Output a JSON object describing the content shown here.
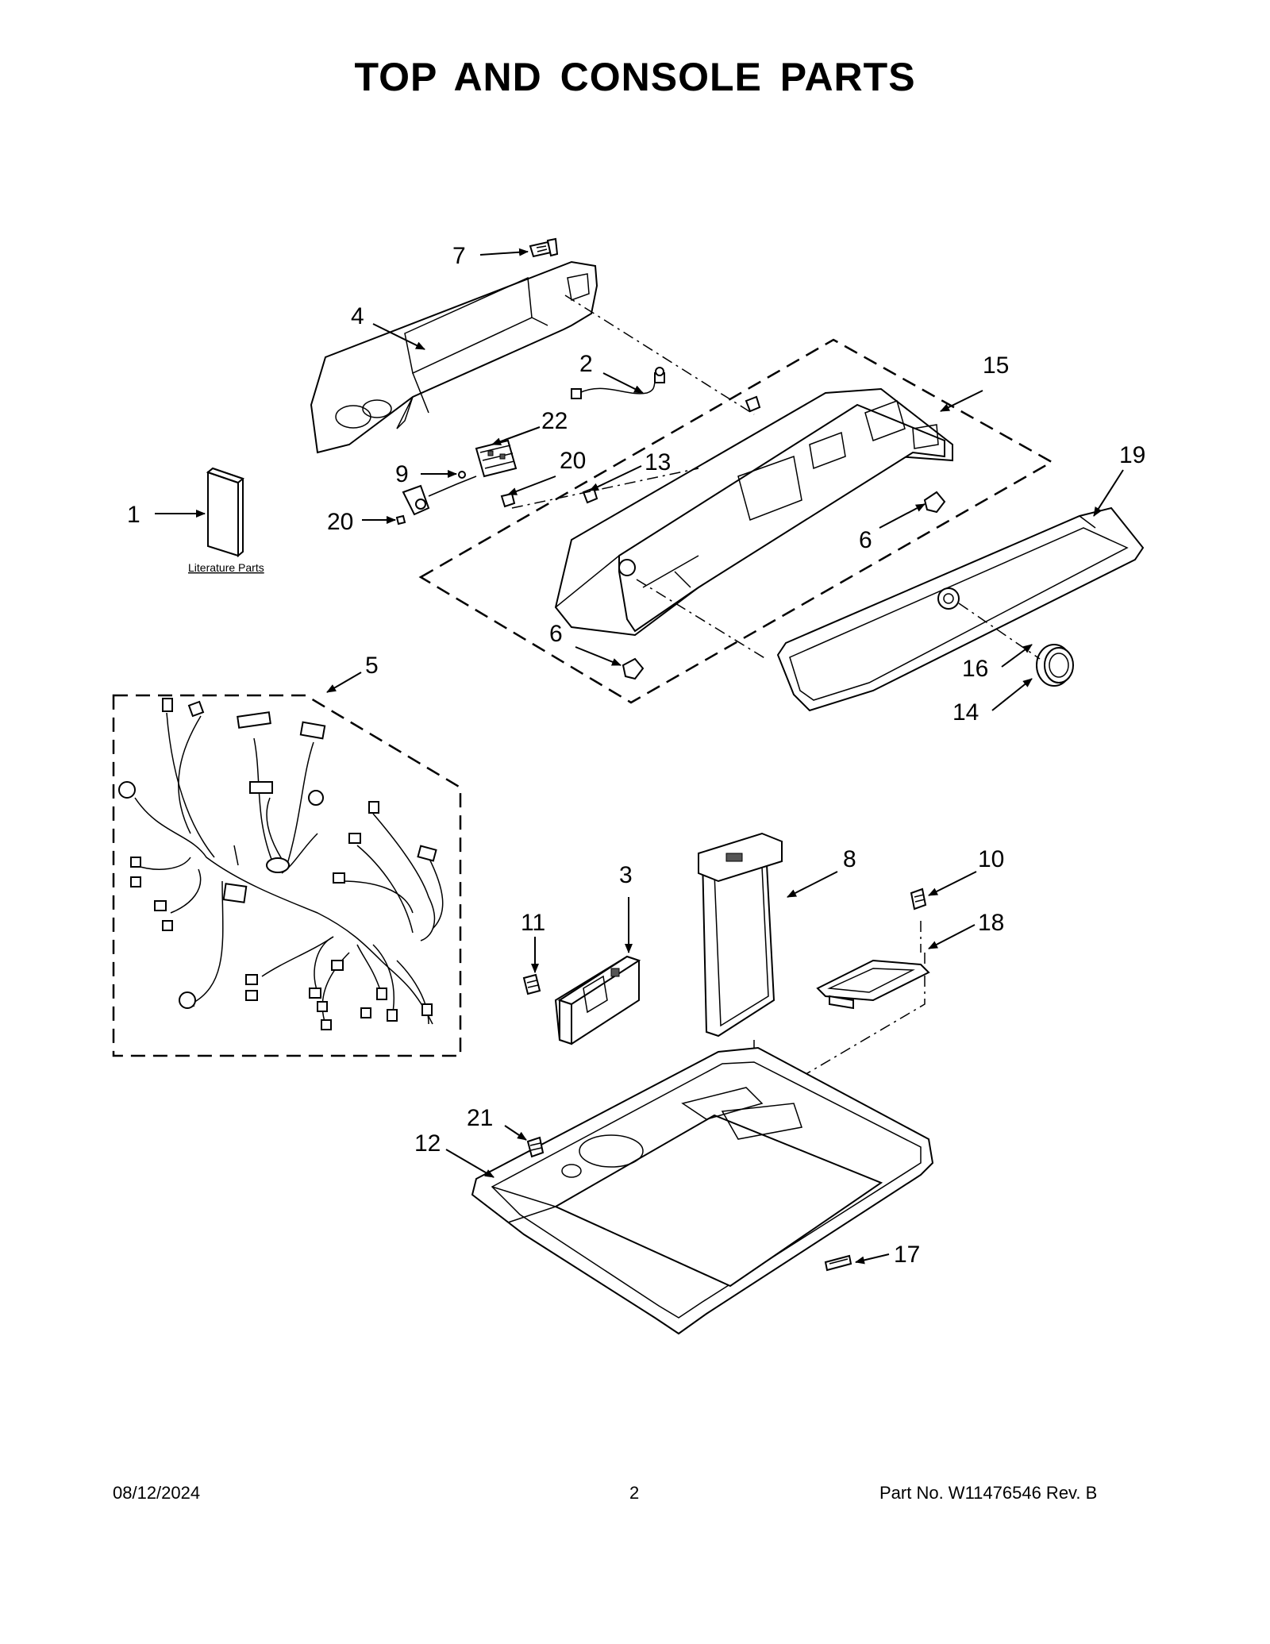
{
  "page": {
    "title": "TOP AND CONSOLE PARTS",
    "date": "08/12/2024",
    "page_number": "2",
    "part_number": "Part No.  W11476546  Rev.  B"
  },
  "diagram": {
    "literature_label": "Literature Parts",
    "callouts": {
      "c1": "1",
      "c2": "2",
      "c3": "3",
      "c4": "4",
      "c5": "5",
      "c6a": "6",
      "c6b": "6",
      "c7": "7",
      "c8": "8",
      "c9": "9",
      "c10": "10",
      "c11": "11",
      "c12": "12",
      "c13": "13",
      "c14": "14",
      "c15": "15",
      "c16": "16",
      "c17": "17",
      "c18": "18",
      "c19": "19",
      "c20a": "20",
      "c20b": "20",
      "c21": "21",
      "c22": "22"
    }
  }
}
